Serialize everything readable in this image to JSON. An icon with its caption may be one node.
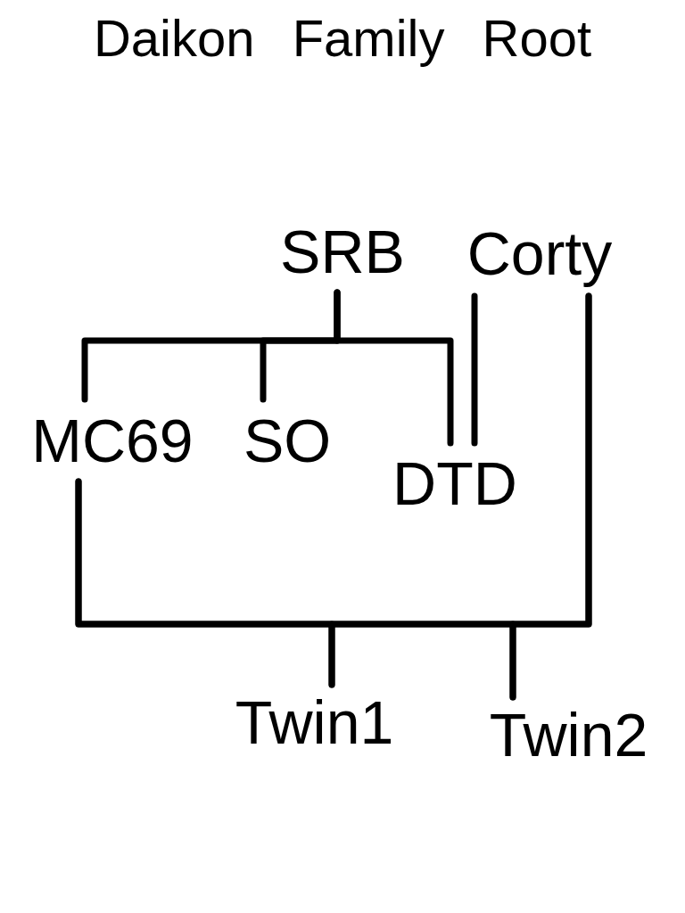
{
  "diagram": {
    "title": "Daikon Family Root",
    "nodes": [
      {
        "text": [
          "SRB"
        ]
      },
      {
        "text": [
          "Corty"
        ]
      },
      {
        "text": [
          "MC69"
        ]
      },
      {
        "text": [
          "SO"
        ]
      },
      {
        "text": [
          "DTD"
        ]
      },
      {
        "text": [
          "Twin1"
        ]
      },
      {
        "text": [
          "Twin2"
        ]
      }
    ],
    "edges": [
      {
        "from": 0,
        "to": 2,
        "arrow": "none"
      },
      {
        "from": 0,
        "to": 3,
        "arrow": "none"
      },
      {
        "from": 0,
        "to": 4,
        "arrow": "none"
      },
      {
        "from": 1,
        "to": 4,
        "arrow": "none"
      },
      {
        "from": 2,
        "to": 5,
        "arrow": "none"
      },
      {
        "from": 2,
        "to": 6,
        "arrow": "none"
      },
      {
        "from": 1,
        "to": 5,
        "arrow": "none"
      },
      {
        "from": 1,
        "to": 6,
        "arrow": "none"
      }
    ]
  }
}
